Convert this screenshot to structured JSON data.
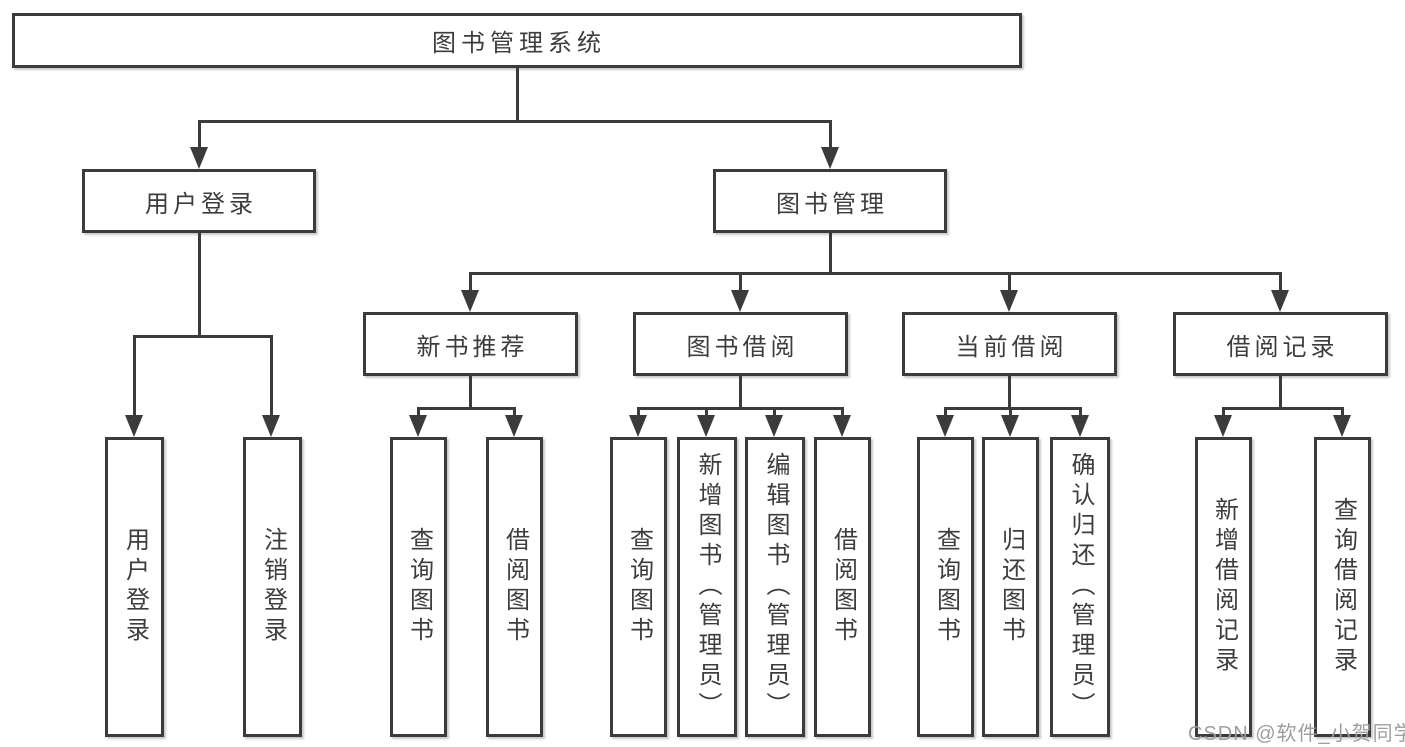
{
  "diagram": {
    "root": {
      "label": "图书管理系统"
    },
    "level2": [
      {
        "label": "用户登录"
      },
      {
        "label": "图书管理"
      }
    ],
    "level3": [
      {
        "label": "新书推荐"
      },
      {
        "label": "图书借阅"
      },
      {
        "label": "当前借阅"
      },
      {
        "label": "借阅记录"
      }
    ],
    "leaves": {
      "userLogin": [
        {
          "label": "用户登录"
        },
        {
          "label": "注销登录"
        }
      ],
      "newBooks": [
        {
          "label": "查询图书"
        },
        {
          "label": "借阅图书"
        }
      ],
      "bookBorrow": [
        {
          "label": "查询图书"
        },
        {
          "label": "新增图书（管理员）"
        },
        {
          "label": "编辑图书（管理员）"
        },
        {
          "label": "借阅图书"
        }
      ],
      "currentBorrow": [
        {
          "label": "查询图书"
        },
        {
          "label": "归还图书"
        },
        {
          "label": "确认归还（管理员）"
        }
      ],
      "borrowRecords": [
        {
          "label": "新增借阅记录"
        },
        {
          "label": "查询借阅记录"
        }
      ]
    },
    "watermark": "CSDN @软件_小贺同学",
    "colors": {
      "line": "#3b3b3b",
      "text": "#3d3d3d",
      "watermark": "#9e9e9e",
      "background": "#ffffff"
    }
  }
}
